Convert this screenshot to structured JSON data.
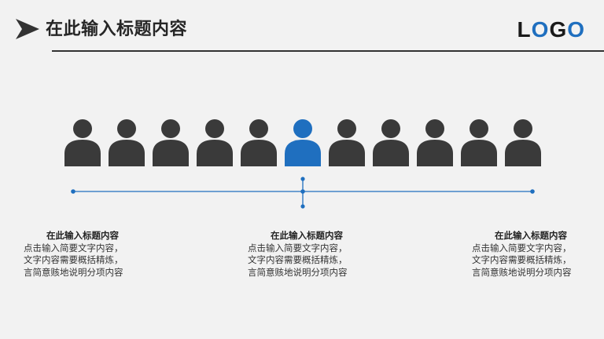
{
  "header": {
    "title": "在此输入标题内容",
    "logo": {
      "l": "L",
      "o1": "O",
      "g": "G",
      "o2": "O"
    }
  },
  "colors": {
    "dark": "#3a3a3a",
    "accent": "#1f6fbf",
    "line": "#1f6fbf"
  },
  "people": [
    {
      "highlight": false
    },
    {
      "highlight": false
    },
    {
      "highlight": false
    },
    {
      "highlight": false
    },
    {
      "highlight": false
    },
    {
      "highlight": true
    },
    {
      "highlight": false
    },
    {
      "highlight": false
    },
    {
      "highlight": false
    },
    {
      "highlight": false
    },
    {
      "highlight": false
    }
  ],
  "columns": [
    {
      "title": "在此输入标题内容",
      "lines": [
        "点击输入简要文字内容，",
        "文字内容需要概括精炼，",
        "言简意赅地说明分项内容"
      ]
    },
    {
      "title": "在此输入标题内容",
      "lines": [
        "点击输入简要文字内容，",
        "文字内容需要概括精炼，",
        "言简意赅地说明分项内容"
      ]
    },
    {
      "title": "在此输入标题内容",
      "lines": [
        "点击输入简要文字内容，",
        "文字内容需要概括精炼，",
        "言简意赅地说明分项内容"
      ]
    }
  ]
}
